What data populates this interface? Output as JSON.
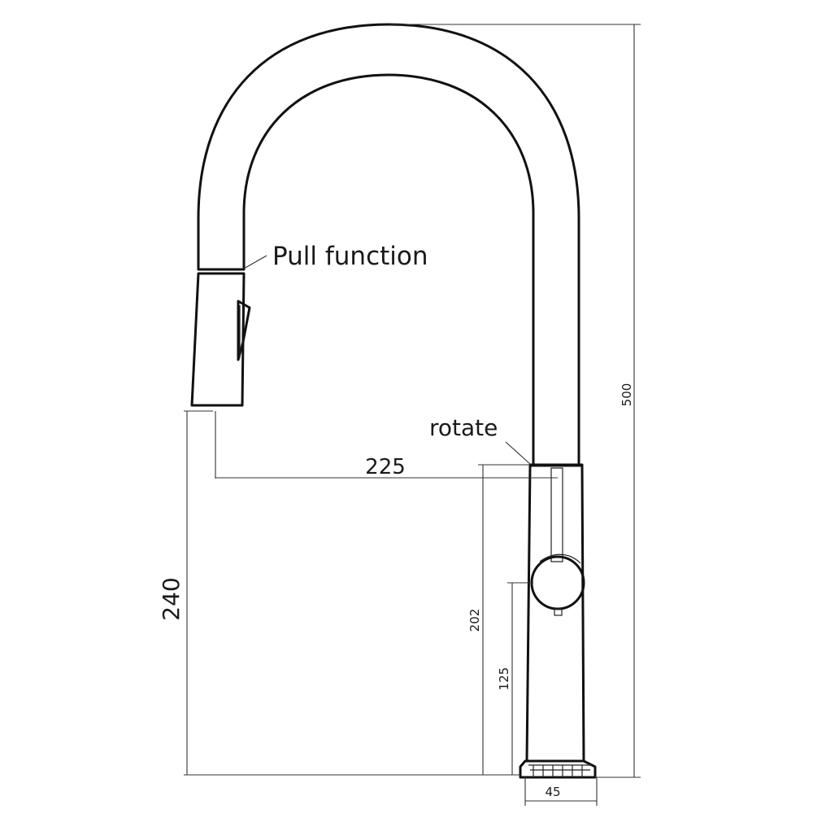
{
  "labels": {
    "pull_function": "Pull function",
    "rotate": "rotate"
  },
  "dimensions": {
    "overall_height": "500",
    "spout_reach": "225",
    "spout_height": "240",
    "lever_height": "202",
    "handle_center_height": "125",
    "base_width": "45"
  },
  "colors": {
    "line": "#111111",
    "background": "#ffffff"
  }
}
